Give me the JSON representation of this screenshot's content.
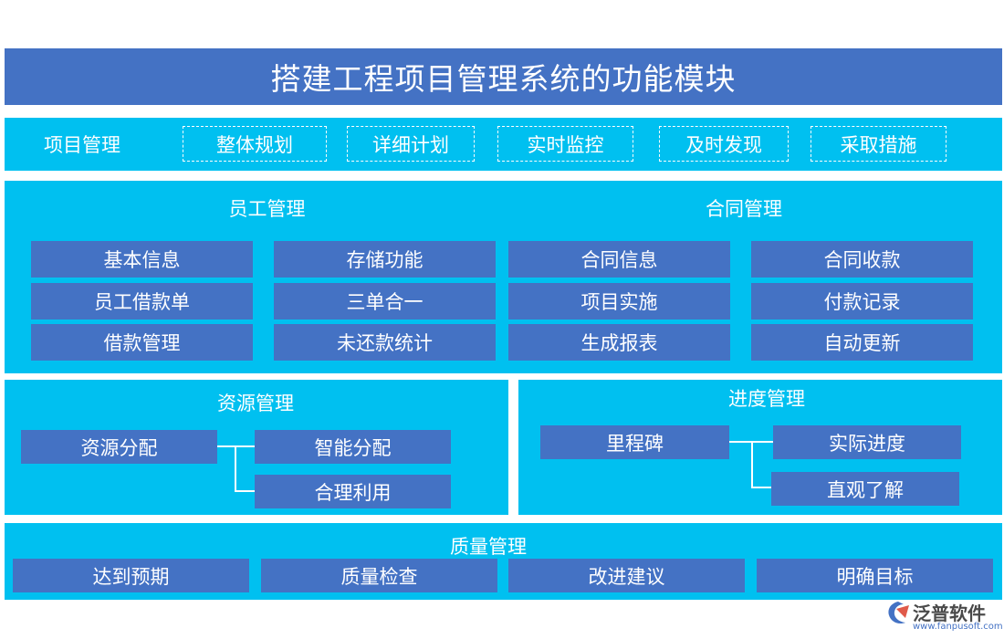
{
  "title": "搭建工程项目管理系统的功能模块",
  "project": {
    "label": "项目管理",
    "items": [
      "整体规划",
      "详细计划",
      "实时监控",
      "及时发现",
      "采取措施"
    ]
  },
  "staff": {
    "heading": "员工管理",
    "items": [
      "基本信息",
      "存储功能",
      "员工借款单",
      "三单合一",
      "借款管理",
      "未还款统计"
    ]
  },
  "contract": {
    "heading": "合同管理",
    "items": [
      "合同信息",
      "合同收款",
      "项目实施",
      "付款记录",
      "生成报表",
      "自动更新"
    ]
  },
  "resource": {
    "heading": "资源管理",
    "root": "资源分配",
    "children": [
      "智能分配",
      "合理利用"
    ]
  },
  "progress": {
    "heading": "进度管理",
    "root": "里程碑",
    "children": [
      "实际进度",
      "直观了解"
    ]
  },
  "quality": {
    "heading": "质量管理",
    "items": [
      "达到预期",
      "质量检查",
      "改进建议",
      "明确目标"
    ]
  },
  "logo": {
    "name": "泛普软件",
    "url": "www.fanpusoft.com",
    "icon": "fanpu-logo-icon"
  }
}
